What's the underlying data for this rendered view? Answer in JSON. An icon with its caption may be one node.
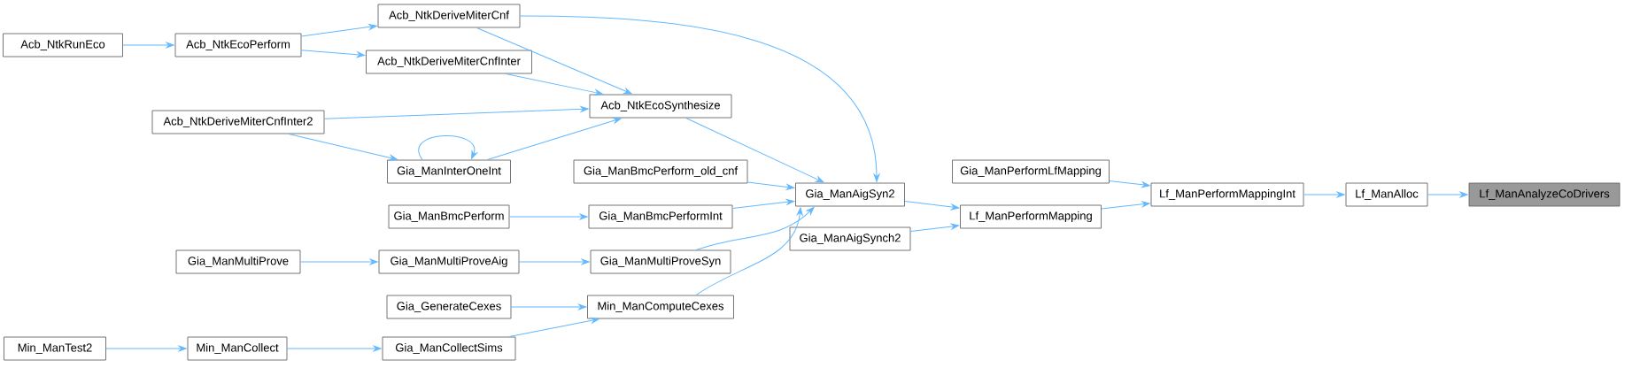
{
  "diagram": {
    "nodes": [
      {
        "text": [
          "Acb_NtkRunEco"
        ]
      },
      {
        "text": [
          "Acb_NtkEcoPerform"
        ]
      },
      {
        "text": [
          "Acb_NtkDeriveMiterCnf"
        ]
      },
      {
        "text": [
          "Acb_NtkDeriveMiterCnfInter"
        ]
      },
      {
        "text": [
          "Acb_NtkDeriveMiterCnfInter2"
        ]
      },
      {
        "text": [
          "Acb_NtkEcoSynthesize"
        ]
      },
      {
        "text": [
          "Gia_ManInterOneInt"
        ]
      },
      {
        "text": [
          "Gia_ManBmcPerform_old_cnf"
        ]
      },
      {
        "text": [
          "Gia_ManBmcPerform"
        ]
      },
      {
        "text": [
          "Gia_ManBmcPerformInt"
        ]
      },
      {
        "text": [
          "Gia_ManMultiProve"
        ]
      },
      {
        "text": [
          "Gia_ManMultiProveAig"
        ]
      },
      {
        "text": [
          "Gia_ManMultiProveSyn"
        ]
      },
      {
        "text": [
          "Gia_GenerateCexes"
        ]
      },
      {
        "text": [
          "Min_ManComputeCexes"
        ]
      },
      {
        "text": [
          "Min_ManTest2"
        ]
      },
      {
        "text": [
          "Min_ManCollect"
        ]
      },
      {
        "text": [
          "Gia_ManCollectSims"
        ]
      },
      {
        "text": [
          "Gia_ManAigSyn2"
        ]
      },
      {
        "text": [
          "Gia_ManAigSynch2"
        ]
      },
      {
        "text": [
          "Gia_ManPerformLfMapping"
        ]
      },
      {
        "text": [
          "Lf_ManPerformMapping"
        ]
      },
      {
        "text": [
          "Lf_ManPerformMappingInt"
        ]
      },
      {
        "text": [
          "Lf_ManAlloc"
        ]
      },
      {
        "text": [
          "Lf_ManAnalyzeCoDrivers"
        ]
      }
    ],
    "edges": [
      {
        "from": 0,
        "to": 1,
        "arrow": "to"
      },
      {
        "from": 1,
        "to": 2,
        "arrow": "to"
      },
      {
        "from": 1,
        "to": 3,
        "arrow": "to"
      },
      {
        "from": 2,
        "to": 5,
        "arrow": "to"
      },
      {
        "from": 2,
        "to": 18,
        "arrow": "to"
      },
      {
        "from": 3,
        "to": 5,
        "arrow": "to"
      },
      {
        "from": 4,
        "to": 5,
        "arrow": "to"
      },
      {
        "from": 4,
        "to": 6,
        "arrow": "to"
      },
      {
        "from": 6,
        "to": 6,
        "arrow": "to"
      },
      {
        "from": 6,
        "to": 5,
        "arrow": "to"
      },
      {
        "from": 5,
        "to": 18,
        "arrow": "to"
      },
      {
        "from": 7,
        "to": 18,
        "arrow": "to"
      },
      {
        "from": 8,
        "to": 9,
        "arrow": "to"
      },
      {
        "from": 9,
        "to": 18,
        "arrow": "to"
      },
      {
        "from": 10,
        "to": 11,
        "arrow": "to"
      },
      {
        "from": 11,
        "to": 12,
        "arrow": "to"
      },
      {
        "from": 12,
        "to": 18,
        "arrow": "to"
      },
      {
        "from": 13,
        "to": 14,
        "arrow": "to"
      },
      {
        "from": 14,
        "to": 18,
        "arrow": "to"
      },
      {
        "from": 15,
        "to": 16,
        "arrow": "to"
      },
      {
        "from": 16,
        "to": 17,
        "arrow": "to"
      },
      {
        "from": 17,
        "to": 14,
        "arrow": "to"
      },
      {
        "from": 18,
        "to": 21,
        "arrow": "to"
      },
      {
        "from": 19,
        "to": 21,
        "arrow": "to"
      },
      {
        "from": 20,
        "to": 22,
        "arrow": "to"
      },
      {
        "from": 21,
        "to": 22,
        "arrow": "to"
      },
      {
        "from": 22,
        "to": 23,
        "arrow": "to"
      },
      {
        "from": 23,
        "to": 24,
        "arrow": "to"
      }
    ]
  }
}
